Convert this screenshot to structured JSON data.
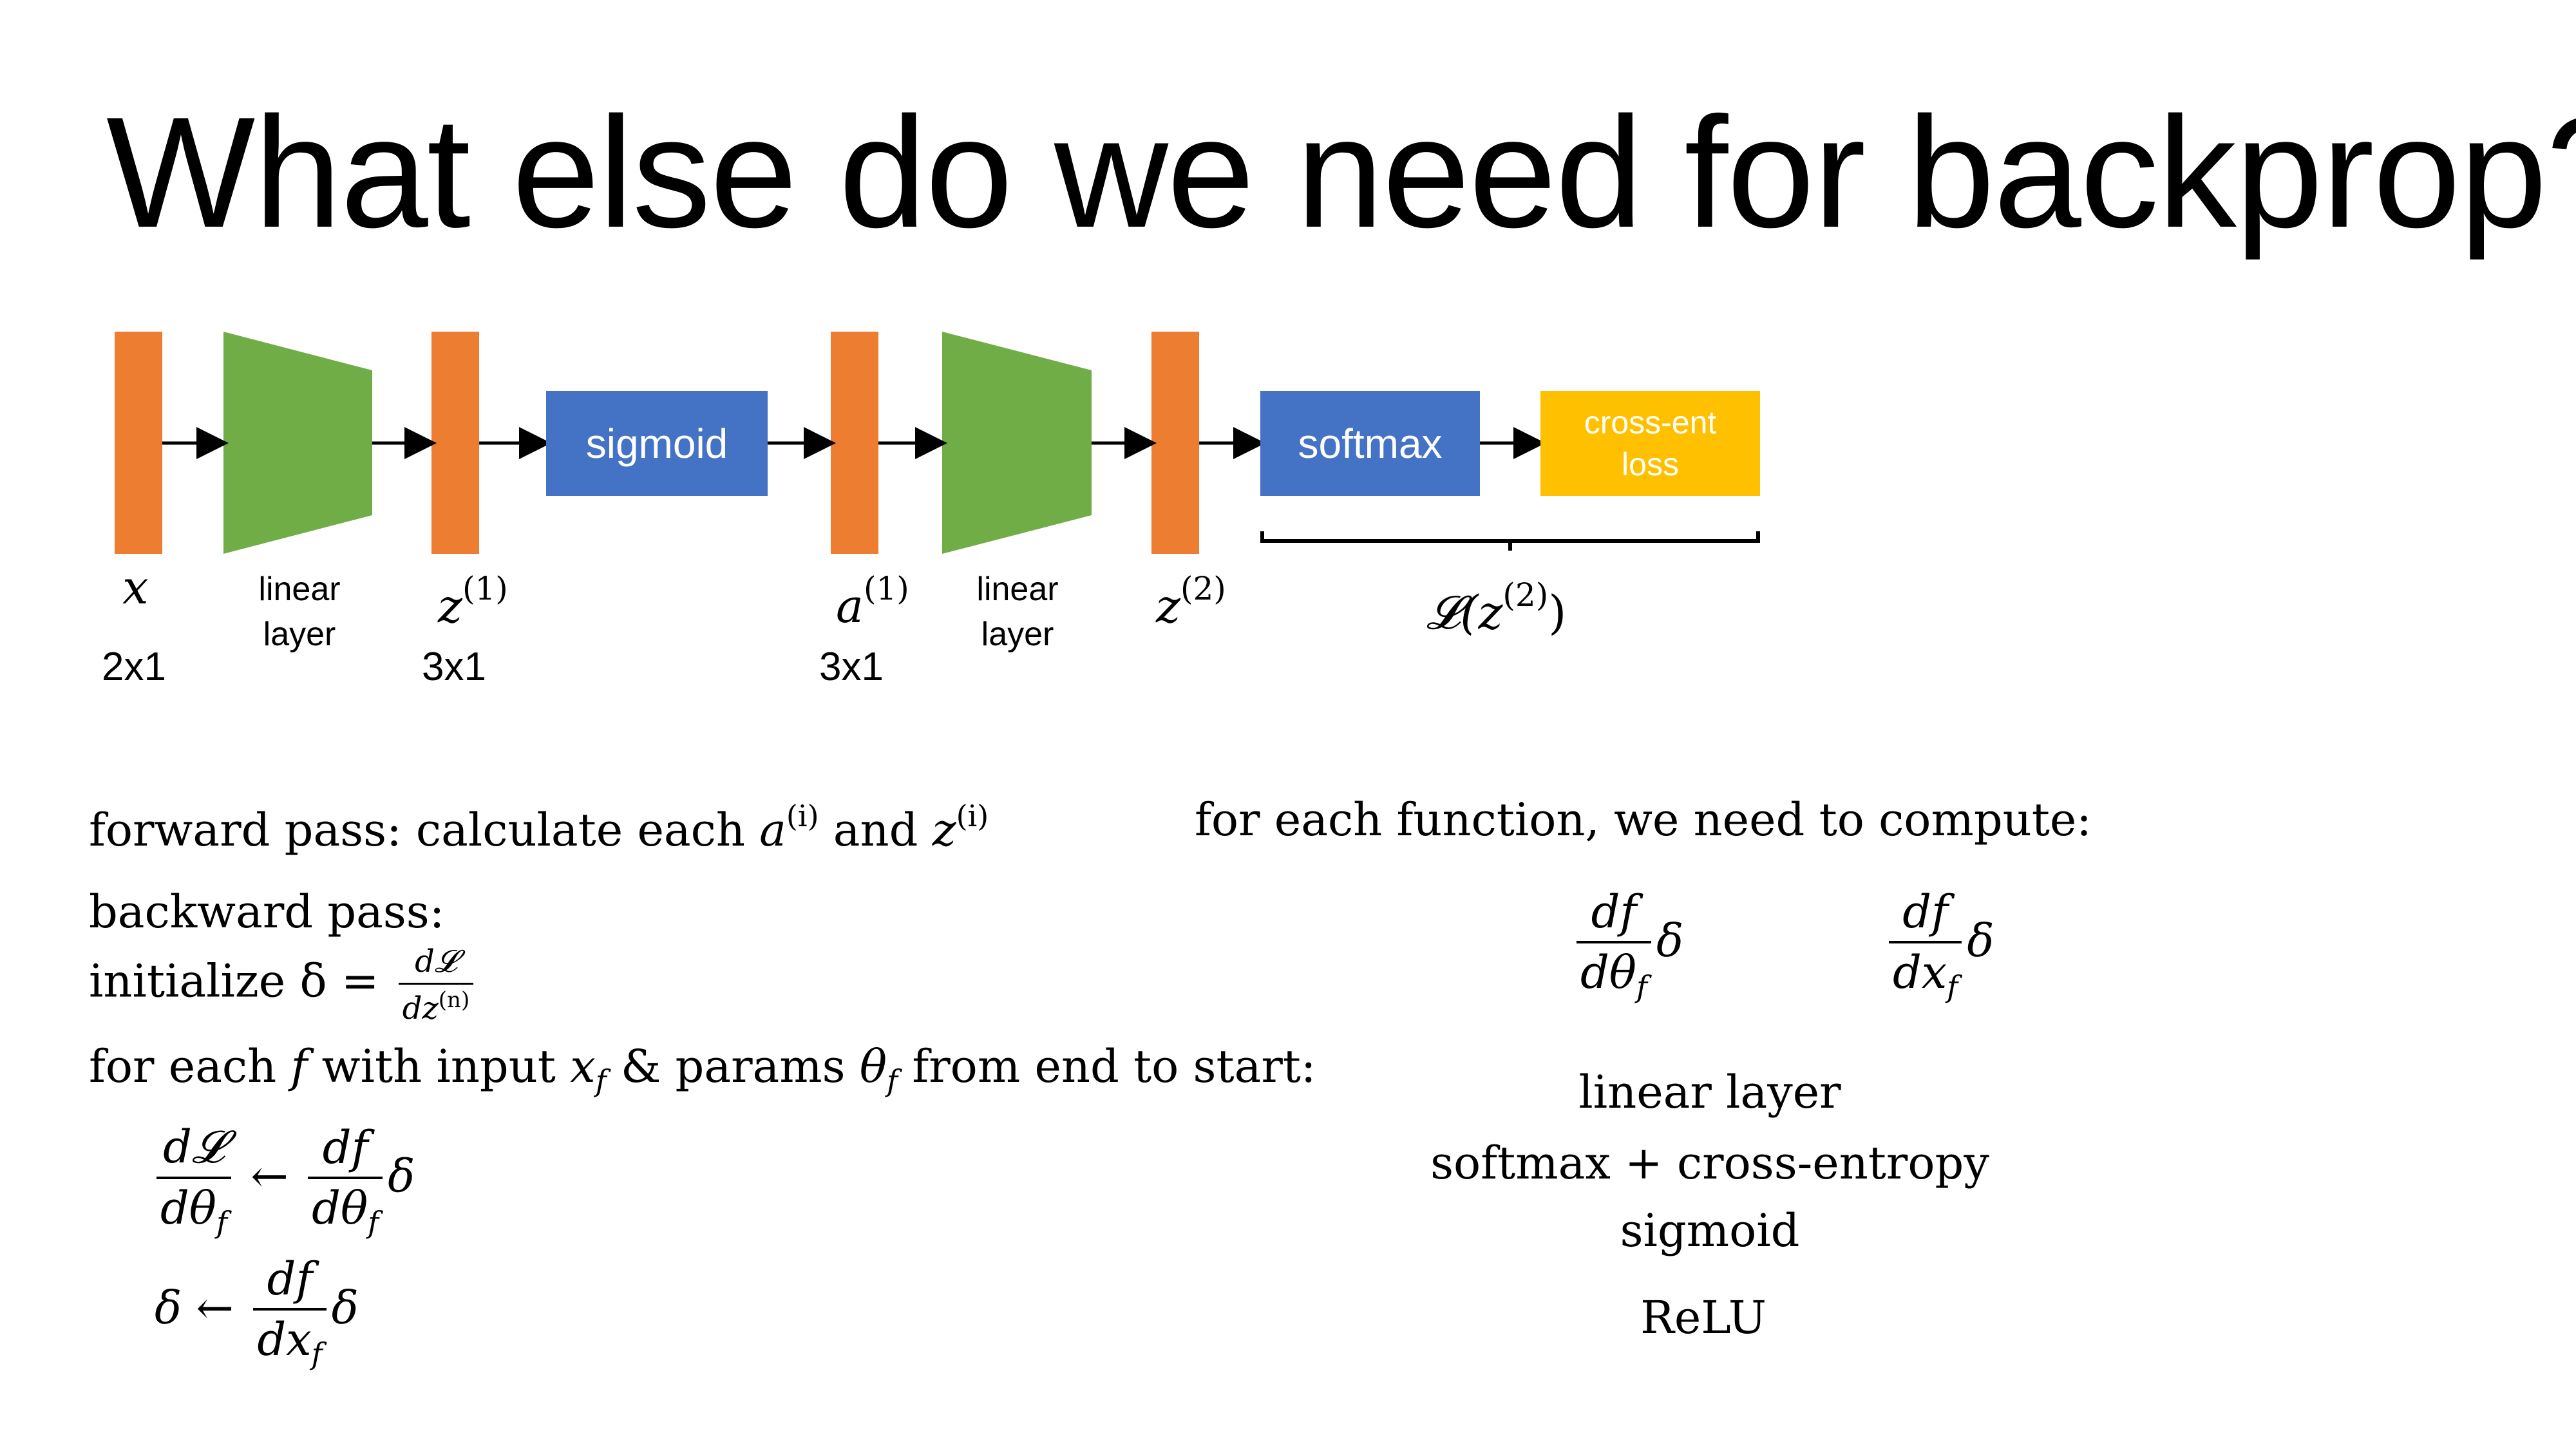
{
  "title": "What else do we need for backprop?",
  "diagram": {
    "blocks": {
      "sigmoid": "sigmoid",
      "softmax": "softmax",
      "cross_ent_line1": "cross-ent",
      "cross_ent_line2": "loss"
    },
    "labels": {
      "x": "x",
      "linear1_line1": "linear",
      "linear1_line2": "layer",
      "z1_base": "z",
      "z1_sup": "(1)",
      "a1_base": "a",
      "a1_sup": "(1)",
      "linear2_line1": "linear",
      "linear2_line2": "layer",
      "z2_base": "z",
      "z2_sup": "(2)",
      "loss_L": "𝓛",
      "loss_open": "(z",
      "loss_sup": "(2)",
      "loss_close": ")"
    },
    "dims": {
      "x": "2x1",
      "z1": "3x1",
      "a1": "3x1"
    },
    "colors": {
      "orange": "#ED7D31",
      "green": "#70AD47",
      "blue": "#4472C4",
      "yellow": "#FFC000"
    }
  },
  "left_text": {
    "forward_1": "forward pass: calculate each",
    "forward_a": "a",
    "forward_i1": "(i)",
    "forward_and": "and",
    "forward_z": "z",
    "forward_i2": "(i)",
    "backward": "backward pass:",
    "init": "initialize δ =",
    "init_num": "d𝓛",
    "init_den_d": "dz",
    "init_den_sup": "(n)",
    "loop_1": "for each",
    "loop_f": "f",
    "loop_2": "with input",
    "loop_x": "x",
    "loop_xsub": "f",
    "loop_3": "& params",
    "loop_theta": "θ",
    "loop_thetasub": "f",
    "loop_4": "from end to start:",
    "eq1_lhs_num": "d𝓛",
    "eq1_lhs_den": "dθ",
    "eq1_lhs_den_sub": "f",
    "eq1_arrow": "←",
    "eq1_rhs_num": "df",
    "eq1_rhs_den": "dθ",
    "eq1_rhs_den_sub": "f",
    "eq1_delta": "δ",
    "eq2_delta": "δ",
    "eq2_arrow": "←",
    "eq2_num": "df",
    "eq2_den": "dx",
    "eq2_den_sub": "f",
    "eq2_tail": "δ"
  },
  "right_text": {
    "heading": "for each function, we need to compute:",
    "d1_num": "df",
    "d1_den": "dθ",
    "d1_sub": "f",
    "d1_delta": "δ",
    "d2_num": "df",
    "d2_den": "dx",
    "d2_sub": "f",
    "d2_delta": "δ",
    "list": [
      "linear layer",
      "softmax + cross-entropy",
      "sigmoid",
      "ReLU"
    ]
  }
}
